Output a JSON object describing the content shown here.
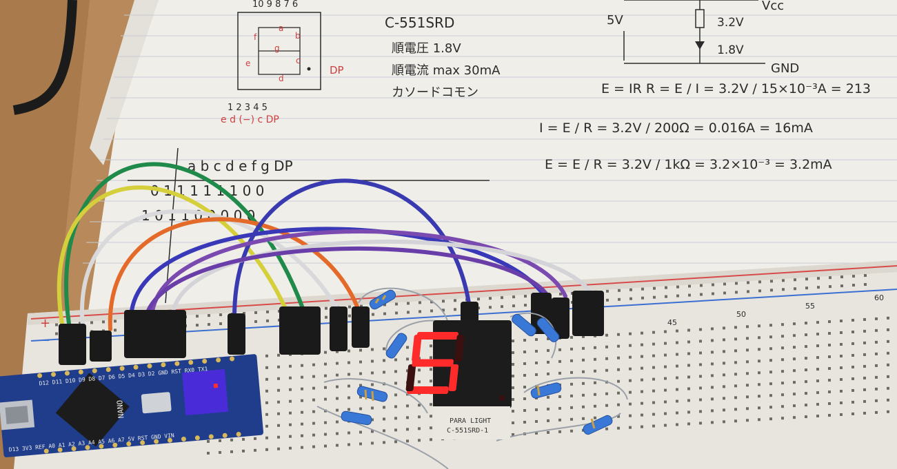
{
  "notebook": {
    "part_number": "C-551SRD",
    "forward_voltage": "順電圧 1.8V",
    "forward_current": "順電流 max 30mA",
    "cathode_common": "カソードコモン",
    "supply_label": "5V",
    "vcc_label": "Vcc",
    "gnd_label": "GND",
    "resistor_drop": "3.2V",
    "led_drop": "1.8V",
    "pin_top": "10 9 8 7 6",
    "pin_bottom": "1 2 3 4 5",
    "pin_bottom_names": "e d (−) c DP",
    "dp_label": "DP",
    "seg_a": "a",
    "seg_b": "b",
    "seg_c": "c",
    "seg_d": "d",
    "seg_e": "e",
    "seg_f": "f",
    "seg_g": "g",
    "eq1": "E = IR   R = E / I = 3.2V / 15×10⁻³A = 213",
    "eq2": "I = E / R = 3.2V / 200Ω = 0.016A = 16mA",
    "eq3": "E = E / R = 3.2V / 1kΩ = 3.2×10⁻³ = 3.2mA",
    "table_header": "a  b  c  d  e  f  g  DP",
    "table_row0": "0   1  1  1  1  1  1  0  0",
    "table_row1": "1   0  1  1  0  0  0  0  0"
  },
  "display": {
    "brand": "PARA LIGHT",
    "model": "C-551SRD-1",
    "digit_shown": "5",
    "lit_color": "#ff2a2a",
    "off_color": "#3a1010"
  },
  "breadboard": {
    "col_labels": [
      "45",
      "50",
      "55",
      "60"
    ],
    "plus": "+",
    "minus": "−"
  },
  "arduino": {
    "board_label": "NANO",
    "pin_labels_top": "D12 D11 D10 D9 D8 D7 D6 D5 D4 D3 D2 GND RST RX0 TX1",
    "pin_labels_bottom": "D13 3V3 REF A0 A1 A2 A3 A4 A5 A6 A7 5V RST GND VIN",
    "pcb_color": "#1f3d8a"
  }
}
